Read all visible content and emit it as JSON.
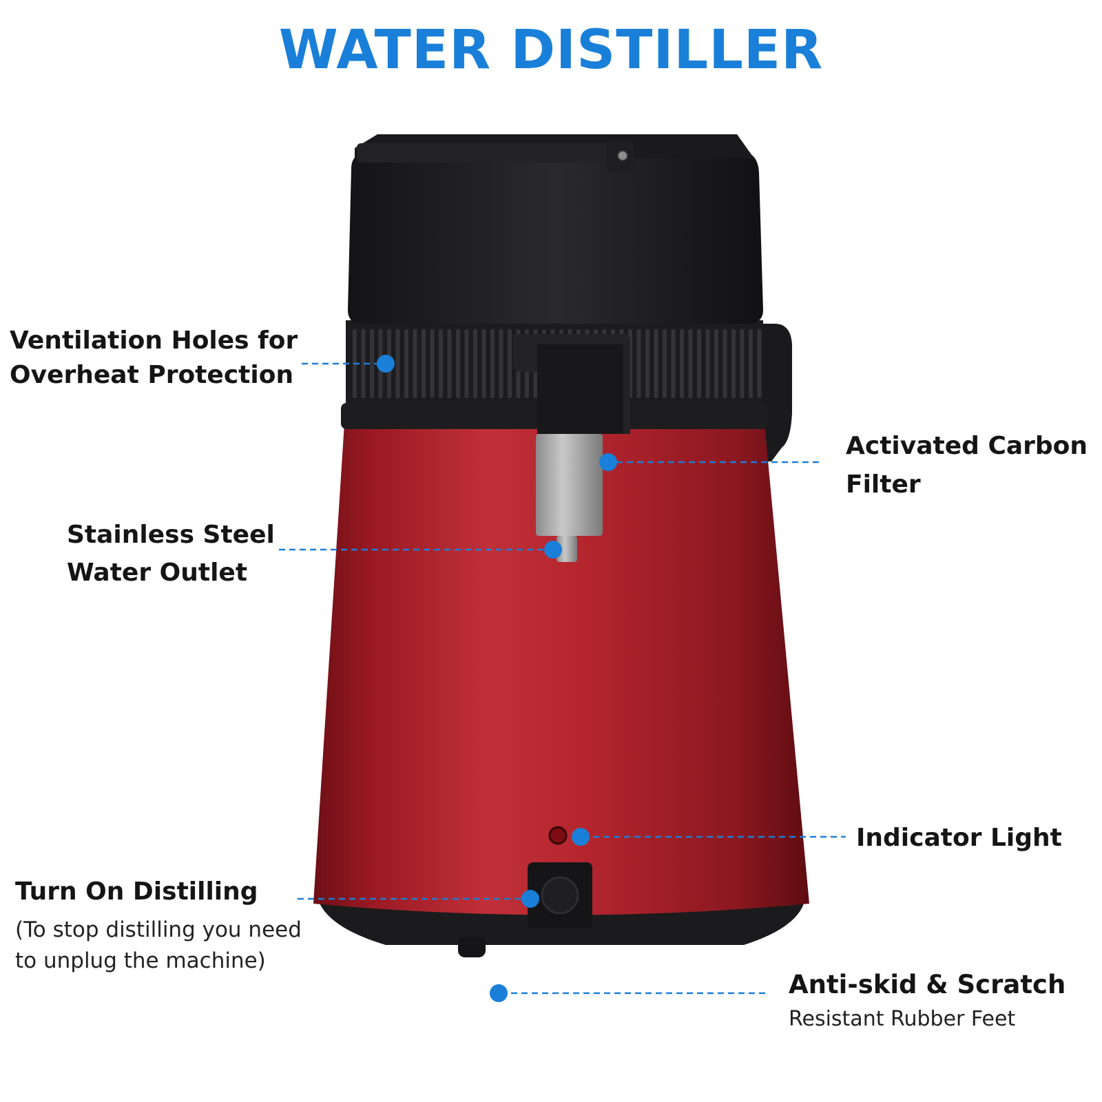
{
  "title": "WATER DISTILLER",
  "colors": {
    "title": "#1a7fd8",
    "accent": "#1a7fd8",
    "body_red": "#b0212c",
    "lid_black": "#1f1f21"
  },
  "callouts": {
    "ventilation": {
      "line1": "Ventilation Holes for",
      "line2": "Overheat Protection"
    },
    "carbon": {
      "line1": "Activated Carbon",
      "line2": "Filter"
    },
    "outlet": {
      "line1": "Stainless Steel",
      "line2": "Water Outlet"
    },
    "indicator": {
      "line1": "Indicator Light"
    },
    "switch": {
      "line1": "Turn On Distilling",
      "line2": "(To stop distilling you need",
      "line3": "to unplug the machine)"
    },
    "feet": {
      "line1": "Anti-skid & Scratch",
      "line2": "Resistant Rubber Feet"
    }
  }
}
